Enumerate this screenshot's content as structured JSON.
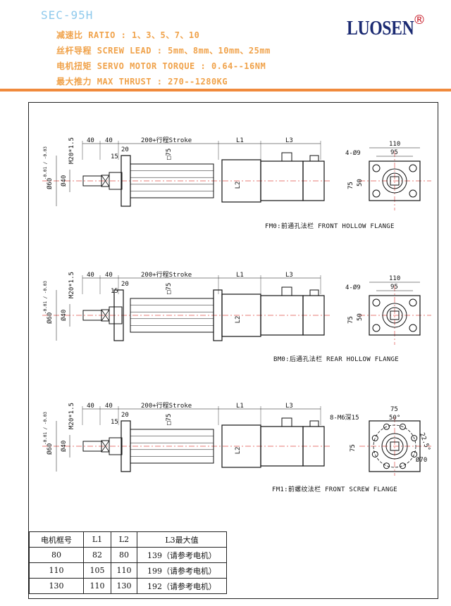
{
  "header": {
    "model": "SEC-95H",
    "specs": [
      "减速比 RATIO : 1、3、5、7、10",
      "丝杆导程 SCREW LEAD : 5mm、8mm、10mm、25mm",
      "电机扭矩 SERVO MOTOR TORQUE : 0.64--16NM",
      "最大推力 MAX THRUST : 270--1280KG"
    ],
    "brand": "LUOSEN",
    "registered": "®"
  },
  "drawings": [
    {
      "caption": "FM0:前通孔法栏 FRONT HOLLOW FLANGE",
      "hole_label": "4-Ø9",
      "outer": "110",
      "inner": "95",
      "side_outer": "75",
      "side_inner": "50"
    },
    {
      "caption": "BM0:后通孔法栏 REAR HOLLOW FLANGE",
      "hole_label": "4-Ø9",
      "outer": "110",
      "inner": "95",
      "side_outer": "75",
      "side_inner": "50"
    },
    {
      "caption": "FM1:前螺纹法栏 FRONT SCREW FLANGE",
      "hole_label": "8-M6深15",
      "outer": "75",
      "inner": "50°",
      "side_outer": "75",
      "angle": "22.5°",
      "dia": "Ø70"
    }
  ],
  "dims": {
    "d40a": "40",
    "d40b": "40",
    "stroke": "200+行程Stroke",
    "l1": "L1",
    "l3": "L3",
    "d20": "20",
    "d15": "15",
    "sq75": "□75",
    "l2": "L2",
    "m20": "M20*1.5",
    "phi60": "Ø60",
    "tol": "-0.01 / -0.03",
    "phi40": "Ø40"
  },
  "table": {
    "headers": [
      "电机框号",
      "L1",
      "L2",
      "L3最大值"
    ],
    "rows": [
      [
        "80",
        "82",
        "80",
        "139（请参考电机）"
      ],
      [
        "110",
        "105",
        "110",
        "199（请参考电机）"
      ],
      [
        "130",
        "110",
        "130",
        "192（请参考电机）"
      ]
    ]
  }
}
